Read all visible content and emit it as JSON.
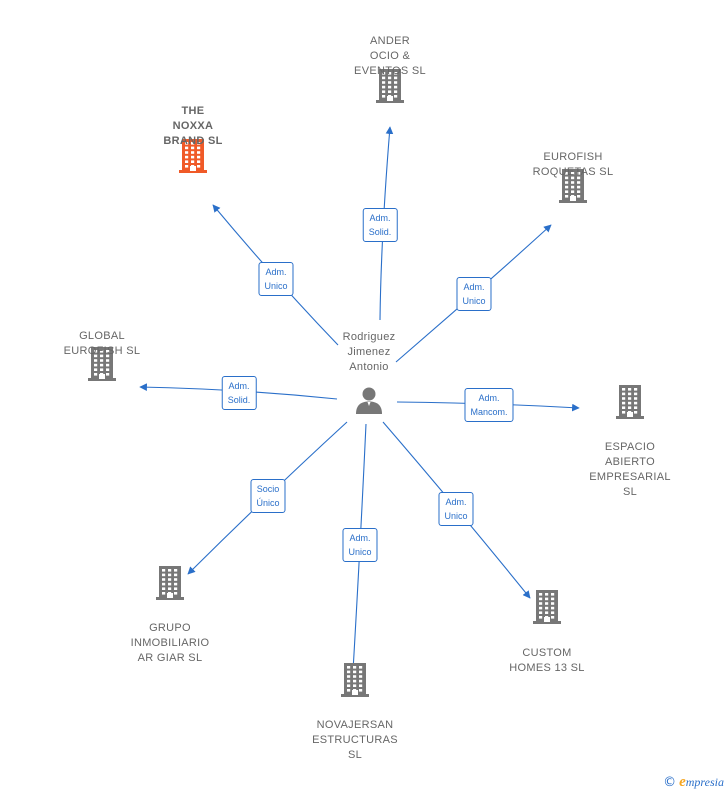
{
  "center": {
    "name": "Rodriguez\nJimenez\nAntonio",
    "icon": "person-icon"
  },
  "colors": {
    "edge": "#2a6fc9",
    "building": "#777777",
    "highlight_building": "#f05a28",
    "text": "#666666"
  },
  "companies": [
    {
      "id": "ander",
      "name": "ANDER\nOCIO &\nEVENTOS  SL",
      "relation": "Adm.\nSolid.",
      "highlight": false
    },
    {
      "id": "noxxa",
      "name": "THE\nNOXXA\nBRAND  SL",
      "relation": "Adm.\nUnico",
      "highlight": true
    },
    {
      "id": "eurofish-roquetas",
      "name": "EUROFISH\nROQUETAS SL",
      "relation": "Adm.\nUnico",
      "highlight": false
    },
    {
      "id": "global-eurofish",
      "name": "GLOBAL\nEUROFISH  SL",
      "relation": "Adm.\nSolid.",
      "highlight": false
    },
    {
      "id": "espacio",
      "name": "ESPACIO\nABIERTO\nEMPRESARIAL SL",
      "relation": "Adm.\nMancom.",
      "highlight": false
    },
    {
      "id": "grupo",
      "name": "GRUPO\nINMOBILIARIO\nAR GIAR  SL",
      "relation": "Socio\nÚnico",
      "highlight": false
    },
    {
      "id": "custom",
      "name": "CUSTOM\nHOMES 13  SL",
      "relation": "Adm.\nUnico",
      "highlight": false
    },
    {
      "id": "novajersan",
      "name": "NOVAJERSAN\nESTRUCTURAS\nSL",
      "relation": "Adm.\nUnico",
      "highlight": false
    }
  ],
  "footer": {
    "copyright_symbol": "©",
    "brand_initial": "e",
    "brand_rest": "mpresia"
  }
}
